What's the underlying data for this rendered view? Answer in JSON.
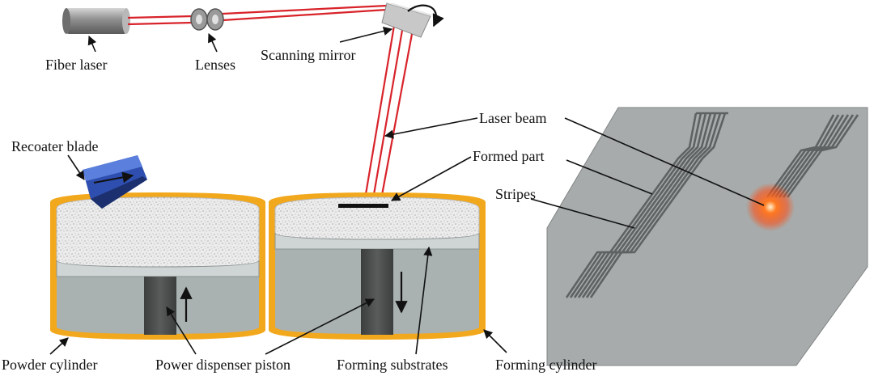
{
  "labels": {
    "fiber_laser": "Fiber laser",
    "lenses": "Lenses",
    "scanning_mirror": "Scanning mirror",
    "laser_beam": "Laser beam",
    "recoater_blade": "Recoater blade",
    "formed_part": "Formed part",
    "stripes": "Stripes",
    "powder_cylinder": "Powder cylinder",
    "power_dispenser_piston": "Power dispenser piston",
    "forming_substrates": "Forming substrates",
    "forming_cylinder": "Forming cylinder"
  },
  "colors": {
    "laser": "#d8232a",
    "cylinder_rim": "#f2a81d",
    "cylinder_body": "#a9b1b1",
    "powder": "#e9eaea",
    "piston": "#4a4c4c",
    "plate": "#cfd4d4",
    "blade": "#3b5fc0",
    "panel": "#a7abab",
    "stripe": "#5f6262",
    "spot": "#ff6a1a"
  }
}
